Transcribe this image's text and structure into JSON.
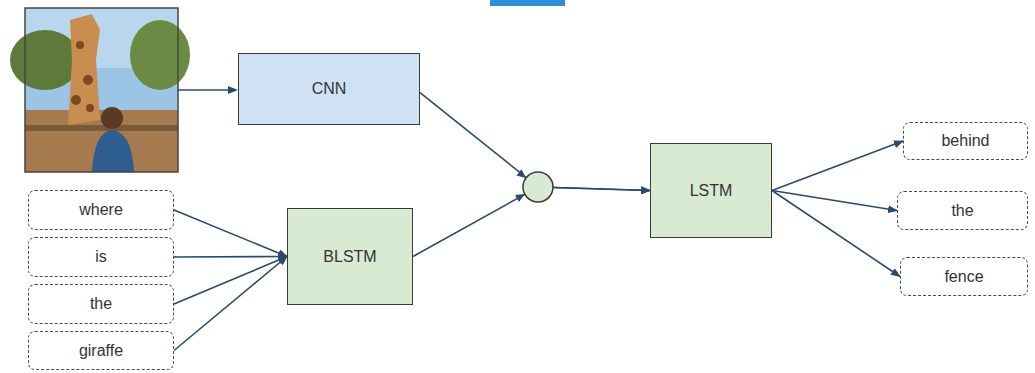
{
  "diagram": {
    "nodes": [
      {
        "text": [
          "CNN"
        ]
      },
      {
        "text": [
          "where"
        ]
      },
      {
        "text": [
          "is"
        ]
      },
      {
        "text": [
          "the"
        ]
      },
      {
        "text": [
          "giraffe"
        ]
      },
      {
        "text": [
          "BLSTM"
        ]
      },
      {
        "text": [
          "LSTM"
        ]
      },
      {
        "text": [
          "behind"
        ]
      },
      {
        "text": [
          "the"
        ]
      },
      {
        "text": [
          "fence"
        ]
      }
    ],
    "edges": [
      {
        "from": 1,
        "to": 5,
        "arrow": "to"
      },
      {
        "from": 2,
        "to": 5,
        "arrow": "to"
      },
      {
        "from": 3,
        "to": 5,
        "arrow": "to"
      },
      {
        "from": 4,
        "to": 5,
        "arrow": "to"
      },
      {
        "from": 0,
        "to": 6,
        "arrow": "to"
      },
      {
        "from": 5,
        "to": 6,
        "arrow": "to"
      },
      {
        "from": 6,
        "to": 7,
        "arrow": "to"
      },
      {
        "from": 6,
        "to": 8,
        "arrow": "to"
      },
      {
        "from": 6,
        "to": 9,
        "arrow": "to"
      }
    ]
  }
}
